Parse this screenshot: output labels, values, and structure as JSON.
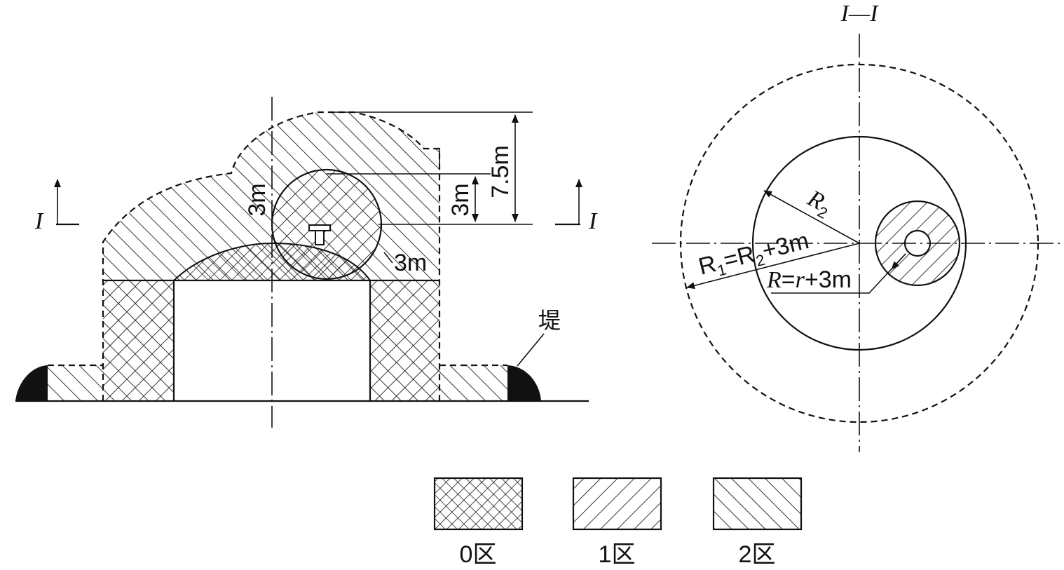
{
  "left_view": {
    "section_mark_left": "I",
    "section_mark_right": "I",
    "dim_total_height": "7.5m",
    "dim_sphere_height": "3m",
    "dim_sphere_left": "3m",
    "dim_sphere_right": "3m",
    "dike_label": "堤"
  },
  "right_view": {
    "section_title": "I—I",
    "radius_r2": "R",
    "radius_r2_sub": "2",
    "radius_r1_text": {
      "r1": "R",
      "r1_sub": "1",
      "eq": "=R",
      "r2_sub": "2",
      "plus": "+3m"
    },
    "radius_r_text": {
      "R": "R",
      "eq": "=",
      "r": "r",
      "plus": "+3m"
    }
  },
  "legend": [
    {
      "label": "0区",
      "pattern": "cross-hatch"
    },
    {
      "label": "1区",
      "pattern": "forward-hatch"
    },
    {
      "label": "2区",
      "pattern": "backward-hatch"
    }
  ],
  "colors": {
    "ink": "#111111",
    "background": "#ffffff"
  }
}
